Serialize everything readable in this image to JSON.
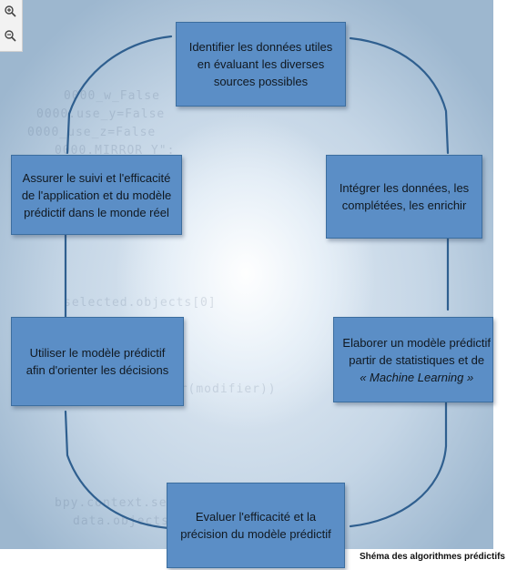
{
  "toolbar": {
    "zoom_in_icon": "zoom-in-icon",
    "zoom_out_icon": "zoom-out-icon"
  },
  "diagram": {
    "steps": [
      {
        "id": "top",
        "text": "Identifier les données utiles en évaluant les diverses sources possibles"
      },
      {
        "id": "right-upper",
        "text": "Intégrer les données, les complétées, les enrichir"
      },
      {
        "id": "right-lower",
        "text_lines": [
          "Elaborer un modèle prédictif",
          "partir de statistiques et de",
          "« Machine  Learning »"
        ]
      },
      {
        "id": "bottom",
        "text": "Evaluer l'efficacité et la précision du modèle prédictif"
      },
      {
        "id": "left-lower",
        "text": "Utiliser le modèle prédictif afin d'orienter les décisions"
      },
      {
        "id": "left-upper",
        "text": "Assurer le suivi et l'efficacité de l'application et du modèle prédictif dans le monde réel"
      }
    ],
    "connector_color": "#2f5f8f",
    "box_color": "#5b8ec6"
  },
  "caption": "Shéma des algorithmes prédictifs"
}
